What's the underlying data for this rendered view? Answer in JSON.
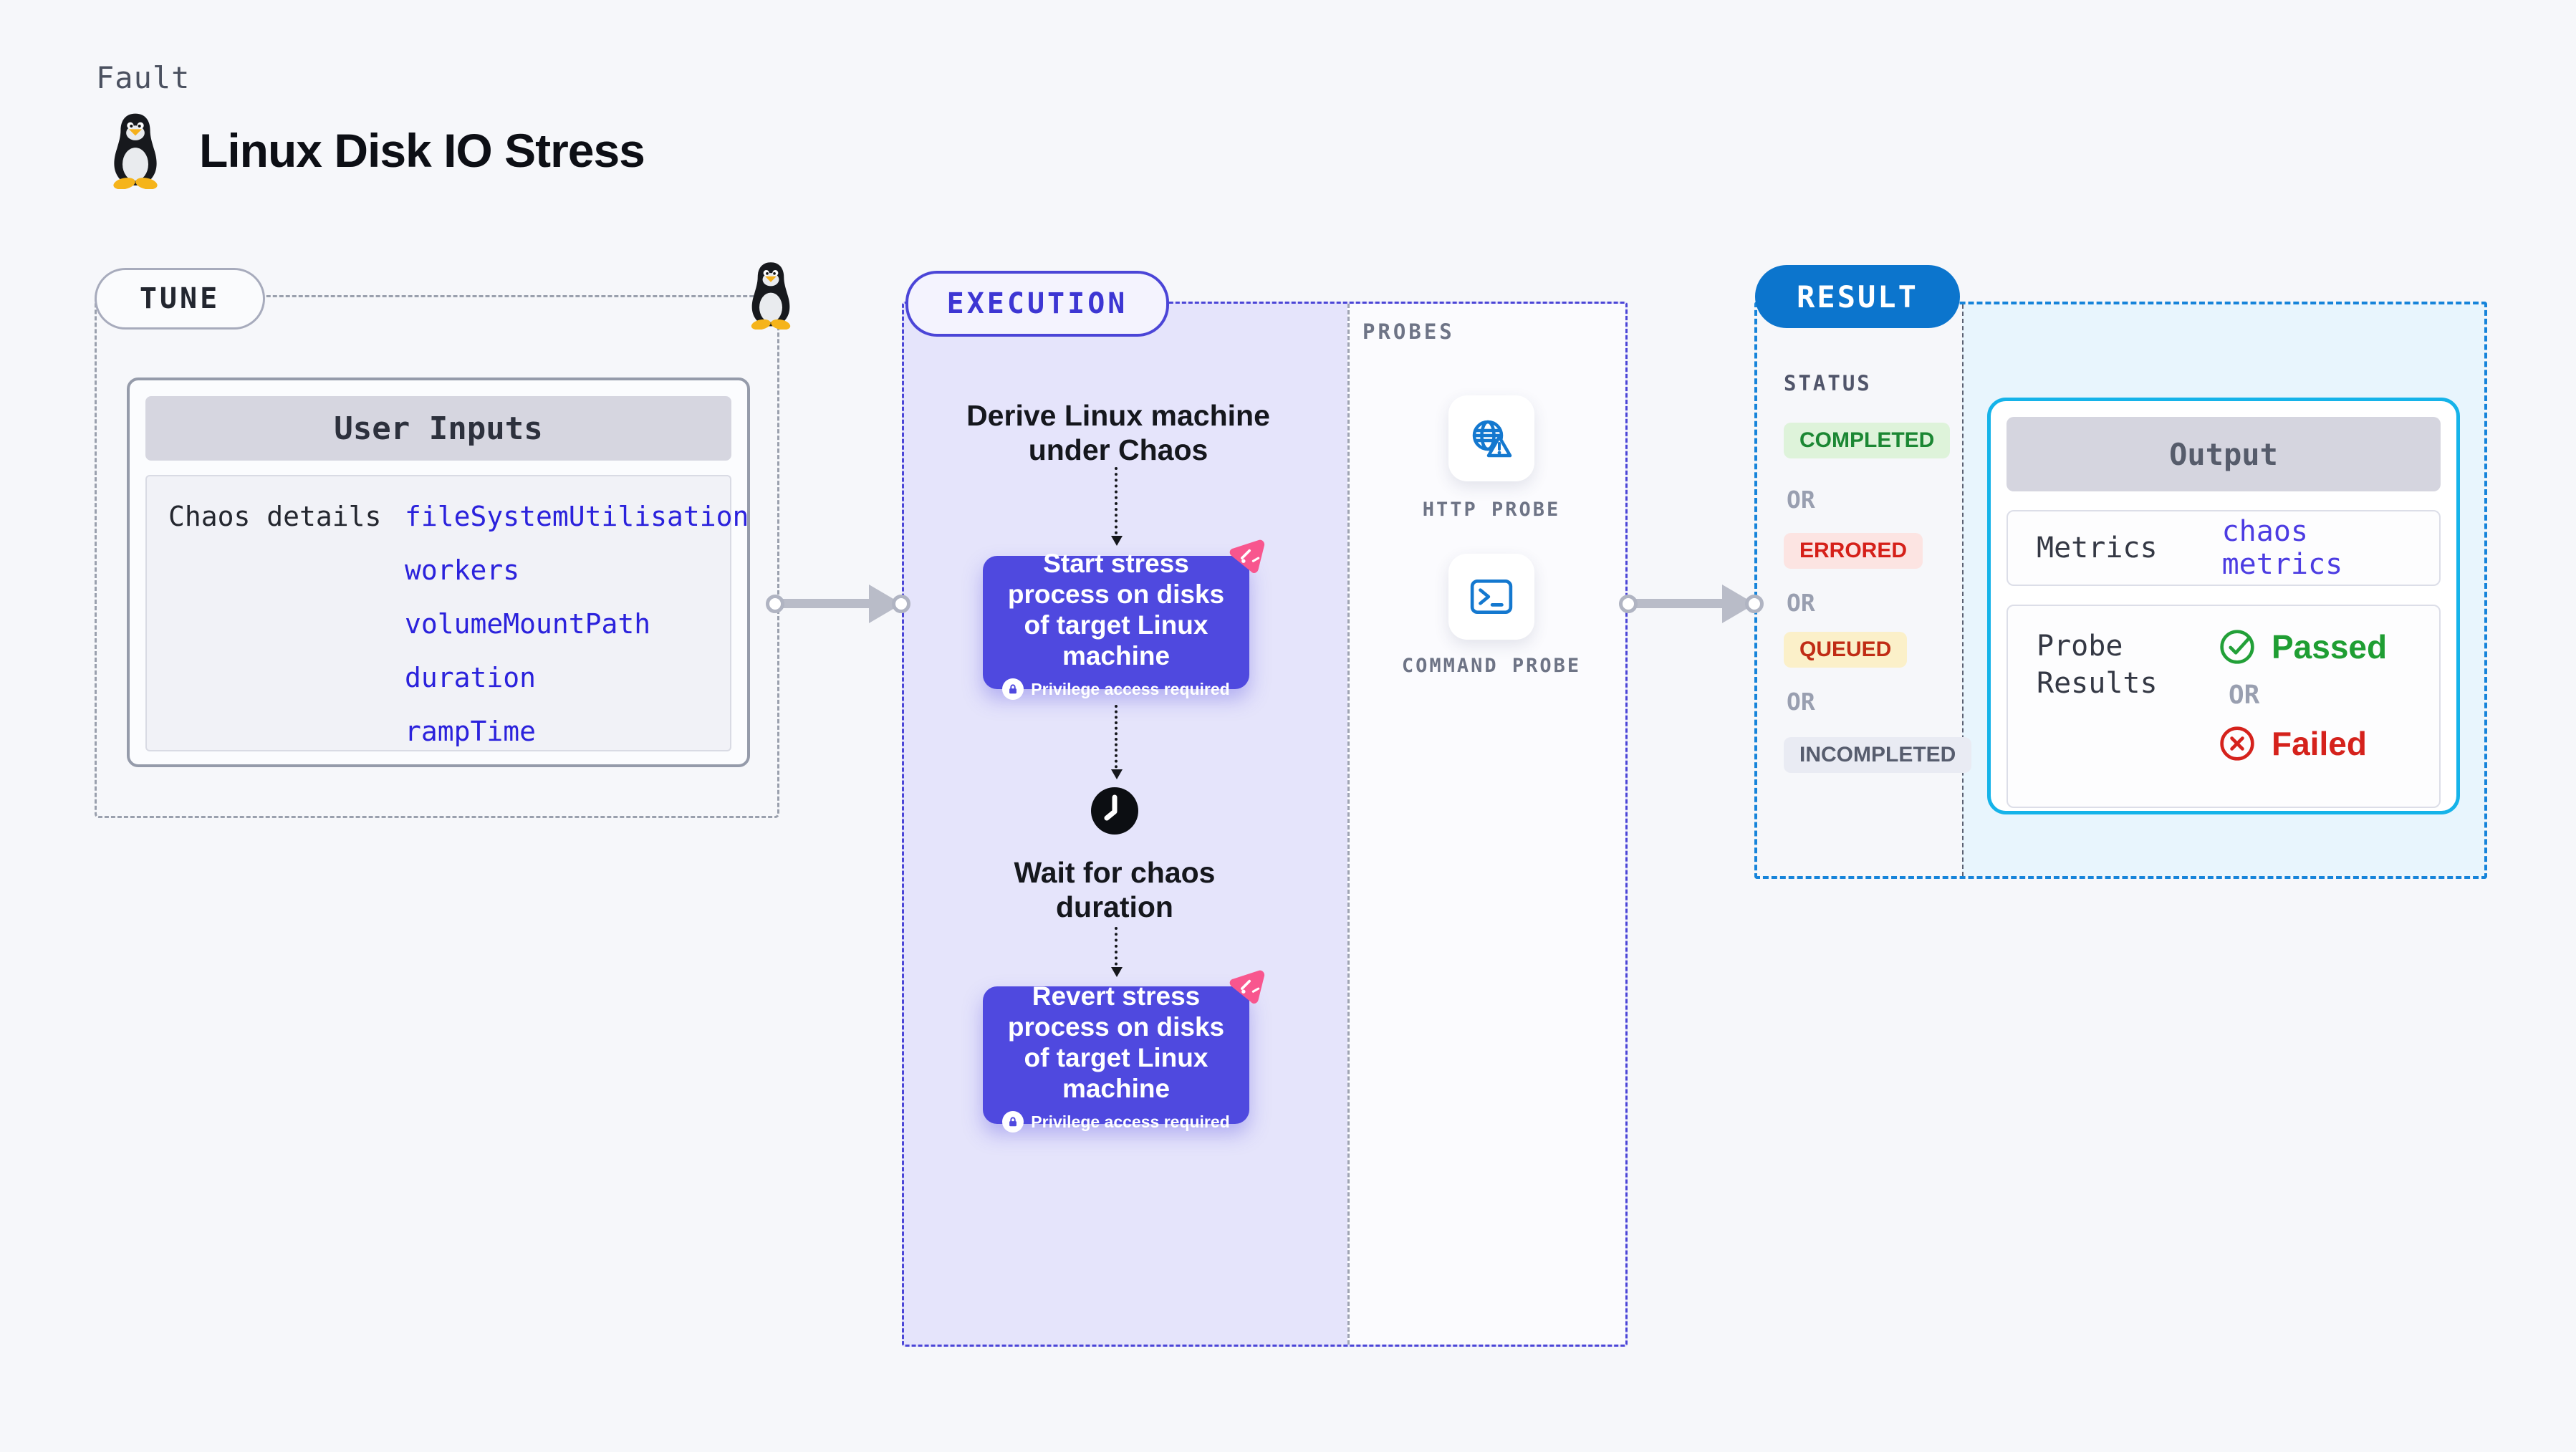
{
  "header": {
    "category": "Fault",
    "title": "Linux Disk IO Stress"
  },
  "tune": {
    "label": "TUNE",
    "card_title": "User Inputs",
    "row_label": "Chaos details",
    "params": [
      "fileSystemUtilisation",
      "workers",
      "volumeMountPath",
      "duration",
      "rampTime"
    ]
  },
  "execution": {
    "label": "EXECUTION",
    "steps": {
      "derive": "Derive Linux machine under Chaos",
      "start": "Start stress process on disks of target Linux machine",
      "wait": "Wait for chaos duration",
      "revert": "Revert stress process on disks of target Linux machine"
    },
    "privilege_note": "Privilege access required",
    "probes": {
      "label": "PROBES",
      "items": [
        {
          "name": "HTTP PROBE",
          "icon": "globe-warning-icon"
        },
        {
          "name": "COMMAND PROBE",
          "icon": "terminal-icon"
        }
      ]
    }
  },
  "result": {
    "label": "RESULT",
    "status": {
      "label": "STATUS",
      "or": "OR",
      "badges": [
        "COMPLETED",
        "ERRORED",
        "QUEUED",
        "INCOMPLETED"
      ]
    },
    "output": {
      "title": "Output",
      "metrics_label": "Metrics",
      "metrics_value": "chaos metrics",
      "probe_results_label": "Probe Results",
      "passed": "Passed",
      "or": "OR",
      "failed": "Failed"
    }
  },
  "icons": {
    "tux": "linux-penguin",
    "litmus": "chaos-pink-logo",
    "clock": "black-clock",
    "lock": "padlock",
    "globe_warning": "globe-with-warning-triangle",
    "terminal": "terminal-prompt",
    "check": "check-circle",
    "cross": "x-circle"
  },
  "colors": {
    "canvas": "#f6f7fa",
    "indigo_border": "#4b45d7",
    "indigo_card": "#4f49df",
    "lavender_fill": "#e5e4fb",
    "result_blue": "#0c75cd",
    "result_dash": "#1684da",
    "cyan_border": "#15b3e9",
    "cyan_fill": "#e8f5fd",
    "param_blue": "#2b22dc",
    "pink_logo": "#f8568e",
    "probe_blue": "#1478cf",
    "green": "#1f9e33",
    "red": "#d5221c",
    "gray_dash": "#9aa0ad",
    "arrow_gray": "#b9bcc8"
  }
}
